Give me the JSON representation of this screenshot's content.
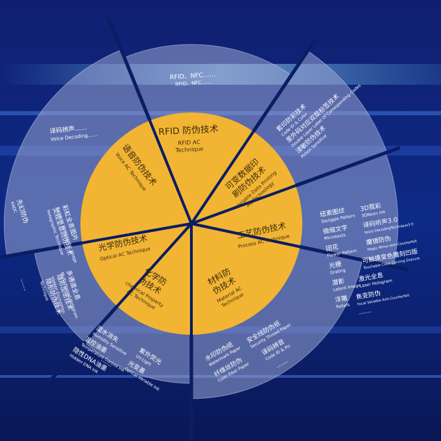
{
  "colors": {
    "background": "#0d1f6b",
    "outer_ring": "#9aa6d4",
    "core": "#f2b533",
    "divider": "#0b1d63"
  },
  "segments": [
    {
      "id": "rfid",
      "core_zh": "RFID 防伪技术",
      "core_en": [
        "RFID AC",
        "Technique"
      ],
      "outer": [
        {
          "zh": "RFID、NFC……",
          "en": "RFID、NFC……"
        }
      ]
    },
    {
      "id": "variable-data",
      "core_zh": [
        "可变数据印",
        "刷防伪技术"
      ],
      "core_en": [
        "Variable Data Printing",
        "AC Technology"
      ],
      "outer": [
        {
          "zh": "套印防彩技术",
          "en": "Code ID & Color"
        },
        {
          "zh": "里外码对应双层标签技术",
          "en": "Double Layer Label Of Corresponding Codes"
        },
        {
          "zh": "浸敏防伪技术",
          "en": "Potion Sensitive"
        }
      ]
    },
    {
      "id": "process",
      "core_zh": "工艺防伪技术",
      "core_en": [
        "Process AC Technique"
      ],
      "outer_left": [
        {
          "zh": "纽索图纹",
          "en": "Squiggle Pattern"
        },
        {
          "zh": "微缩文字",
          "en": "Microtexts"
        },
        {
          "zh": "团花",
          "en": "Flower Pattern"
        },
        {
          "zh": "光栅",
          "en": "Grating"
        },
        {
          "zh": "潜影",
          "en": "Latent Image"
        },
        {
          "zh": "浮雕",
          "en": "Reliefs"
        }
      ],
      "outer_right": [
        {
          "zh": "3D霓彩",
          "en": "3DNeon Ink"
        },
        {
          "zh": "译码听声3.0",
          "en": "Voice DecodingTechnique3.0"
        },
        {
          "zh": "魔镜防伪",
          "en": "Magic Mirror Anti-Counterfeit"
        },
        {
          "zh": "可触摸变色雕刻凹版",
          "en": "Touchable Color Carving Gravure"
        },
        {
          "zh": "激光全息",
          "en": "Laser Hologram"
        },
        {
          "zh": "焦变防伪",
          "en": "Focal Variable Anti-Counterfeit"
        }
      ],
      "more": "……"
    },
    {
      "id": "material",
      "core_zh": [
        "材料防",
        "伪技术"
      ],
      "core_en": [
        "Material AC",
        "Technique"
      ],
      "outer": [
        {
          "zh": "水印防伪纸",
          "en": "Watermark Paper"
        },
        {
          "zh": "安全线防伪纸",
          "en": "Security Thread Paper"
        },
        {
          "zh": "纤维丝防伪",
          "en": "Color Fiber Paper"
        },
        {
          "zh": "译码辨音",
          "en": "Code ID & Pic"
        }
      ],
      "more": "……"
    },
    {
      "id": "chemical",
      "core_zh": [
        "化学防",
        "伪技术"
      ],
      "core_en": [
        "chemical Property",
        "AC Technique"
      ],
      "outer": [
        {
          "zh": "湿水消失",
          "en": "Humidity Sensitive"
        },
        {
          "zh": "温控油墨",
          "en": "Temperature Control Ink"
        },
        {
          "zh": "隐性DNA油墨",
          "en": "Hidden DNA Ink"
        },
        {
          "zh": "紫外荧光",
          "en": "UV-Light"
        },
        {
          "zh": "光变墨",
          "en": "Optical Variable Ink"
        }
      ],
      "more": "……"
    },
    {
      "id": "optical",
      "core_zh": "光学防伪技术",
      "core_en": [
        "Optical AC Technique"
      ],
      "outer": [
        {
          "zh": "先幻防伪",
          "en": "XADC"
        },
        {
          "zh": "彩虹全息图片",
          "en": "Rainbow Holographic Image"
        },
        {
          "zh": "荧规全息防伪技术",
          "en": "Holographic Technique"
        },
        {
          "zh": "多通道全息",
          "en": "Multichannel Hologram"
        },
        {
          "zh": "隐形加密技术",
          "en": "Hidden Encryption"
        },
        {
          "zh": "隐形防伪技术",
          "en": "Technique"
        }
      ],
      "more": "……"
    },
    {
      "id": "voice",
      "core_zh": "语音防伪技术",
      "core_en": [
        "Voice AC Technique"
      ],
      "outer": [
        {
          "zh": "译码辨声……",
          "en": "Voice Decoding……"
        }
      ]
    }
  ]
}
